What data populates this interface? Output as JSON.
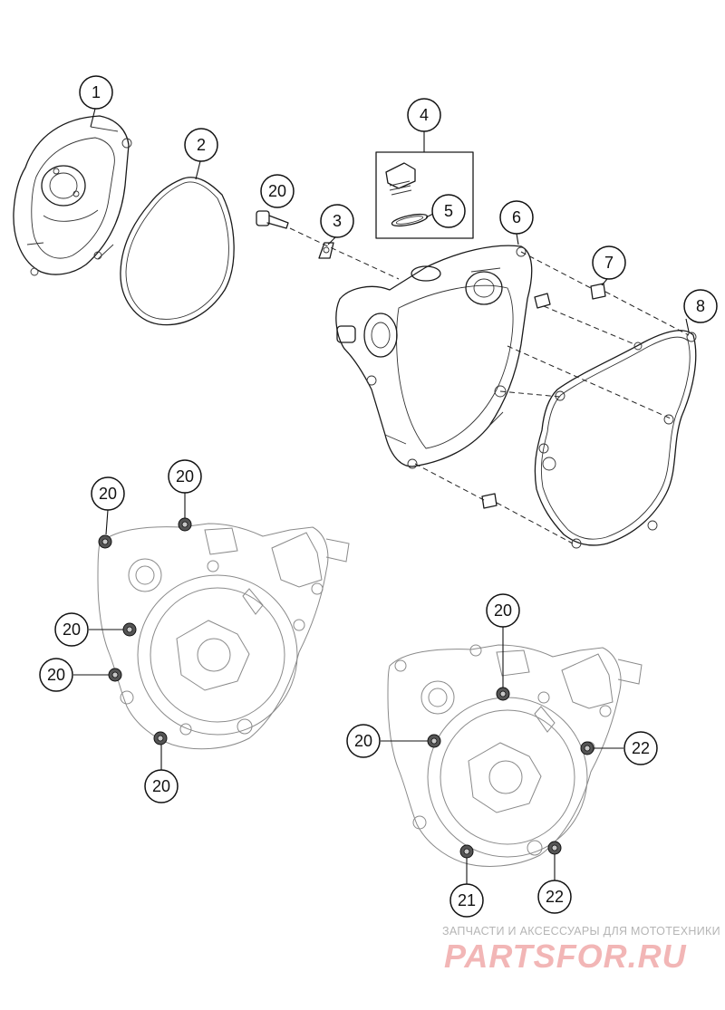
{
  "callouts": {
    "c1": "1",
    "c2": "2",
    "c3": "3",
    "c4": "4",
    "c5": "5",
    "c6": "6",
    "c7": "7",
    "c8": "8",
    "c20a": "20",
    "c20b": "20",
    "c20c": "20",
    "c20d": "20",
    "c20e": "20",
    "c20f": "20",
    "c20g": "20",
    "c20h": "20",
    "c21": "21",
    "c22a": "22",
    "c22b": "22"
  },
  "watermark": {
    "subtitle": "ЗАПЧАСТИ И АКСЕССУАРЫ ДЛЯ МОТОТЕХНИКИ",
    "logo": "PARTSFOR.RU",
    "color": "#f2b6b6"
  }
}
